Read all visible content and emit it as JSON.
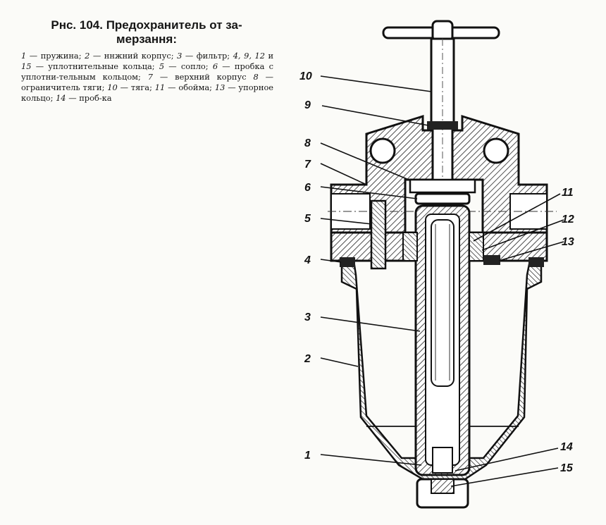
{
  "figure": {
    "title_line1": "Рнс. 104. Предохранитель от за-",
    "title_line2": "мерзання:",
    "legend": [
      {
        "num": "1",
        "text": "— пружина;"
      },
      {
        "num": "2",
        "text": "— ннжний корпус;"
      },
      {
        "num": "3",
        "text": "— фильтр;"
      },
      {
        "num": "4, 9, 12",
        "text": "и"
      },
      {
        "num": "15",
        "text": "— уплотнительные кольца;"
      },
      {
        "num": "5",
        "text": "— сопло;"
      },
      {
        "num": "6",
        "text": "— пробка с уплотни-тельным кольцом;"
      },
      {
        "num": "7",
        "text": "— верхний корпус"
      },
      {
        "num": "8",
        "text": "— ограничитель тяги;"
      },
      {
        "num": "10",
        "text": "— тяга;"
      },
      {
        "num": "11",
        "text": "— обойма;"
      },
      {
        "num": "13",
        "text": "— упорное кольцо;"
      },
      {
        "num": "14",
        "text": "— проб-ка"
      }
    ]
  },
  "callouts": [
    "1",
    "2",
    "3",
    "4",
    "5",
    "6",
    "7",
    "8",
    "9",
    "10",
    "11",
    "12",
    "13",
    "14",
    "15"
  ]
}
